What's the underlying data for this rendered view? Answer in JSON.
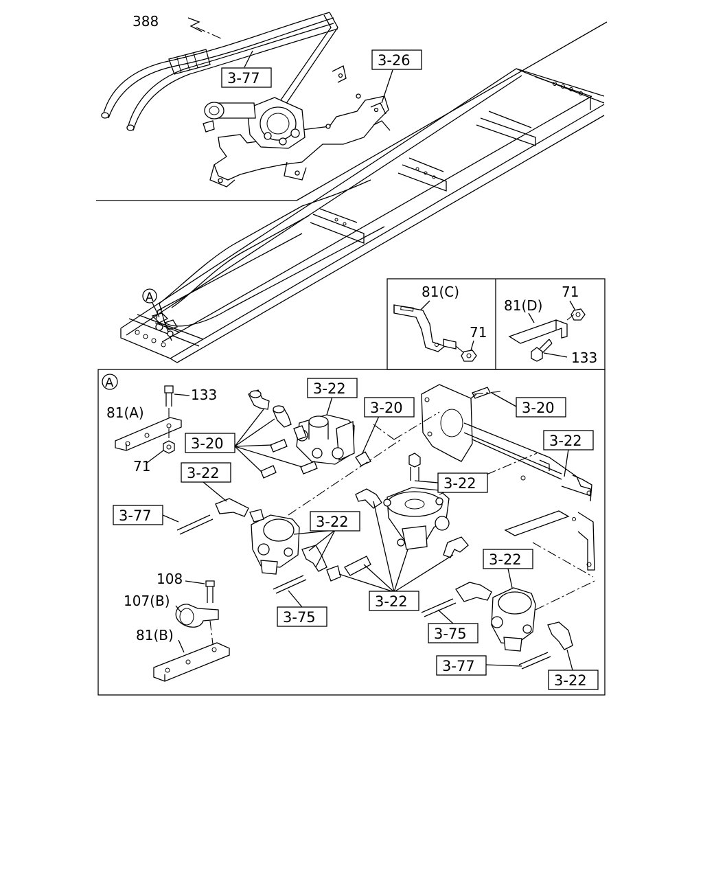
{
  "top_view": {
    "labels": {
      "hose": "388"
    },
    "refs": {
      "hose_ref": "3-77",
      "valve_ref": "3-26"
    }
  },
  "view_marker": {
    "letter": "A"
  },
  "inset_c": {
    "bracket": "81(C)",
    "nut": "71"
  },
  "inset_d": {
    "bracket": "81(D)",
    "nut": "71",
    "bolt": "133"
  },
  "detail_a": {
    "marker": "A",
    "labels": {
      "bolt_a": "133",
      "bracket_a": "81(A)",
      "nut_a": "71",
      "bolt_b": "108",
      "clip_b": "107(B)",
      "bracket_b": "81(B)"
    },
    "refs": {
      "ref_322_top": "3-22",
      "ref_320_top": "3-20",
      "ref_320_left": "3-20",
      "ref_320_right": "3-20",
      "ref_322_right": "3-22",
      "ref_322_left": "3-22",
      "ref_322_center": "3-22",
      "ref_377_left": "3-77",
      "ref_322_mid": "3-22",
      "ref_322_lower_right": "3-22",
      "ref_375_left": "3-75",
      "ref_322_bottom": "3-22",
      "ref_375_right": "3-75",
      "ref_377_right": "3-77",
      "ref_322_bottom_right": "3-22"
    }
  }
}
